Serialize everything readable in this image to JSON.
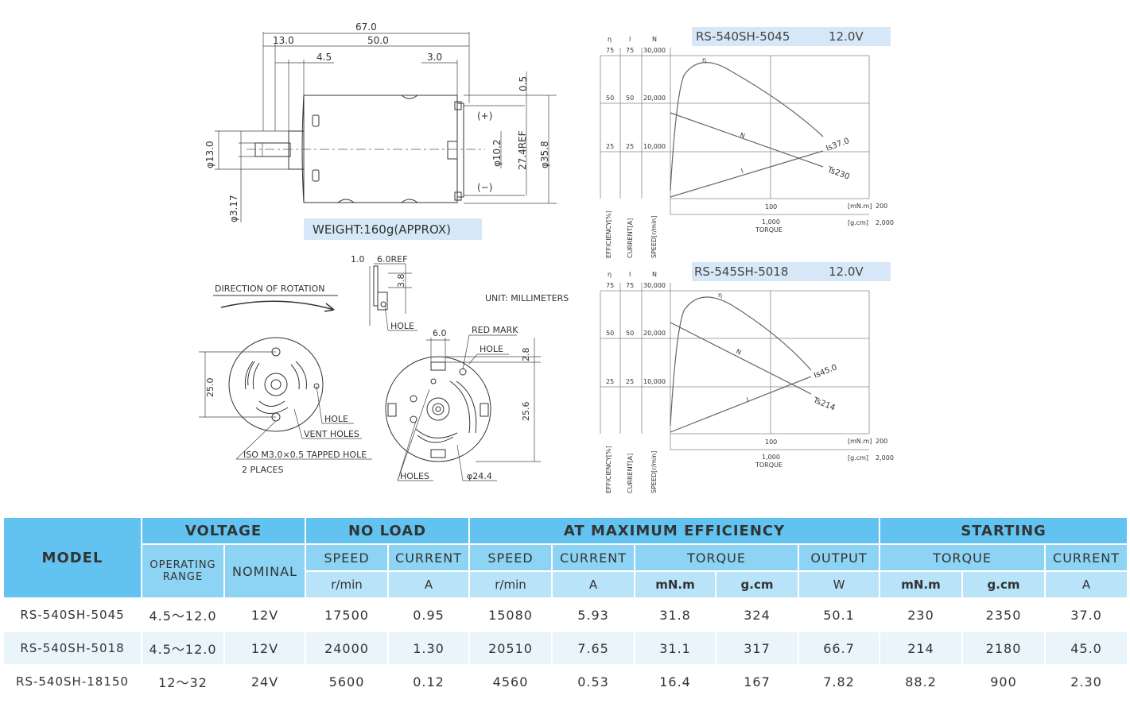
{
  "drawing": {
    "dims_top": {
      "d67": "67.0",
      "d13": "13.0",
      "d50": "50.0",
      "d45": "4.5",
      "d30": "3.0",
      "d05": "0.5"
    },
    "dims_side": {
      "dia13": "φ13.0",
      "dia317": "φ3.17",
      "dia102": "φ10.2",
      "ref274": "27.4REF",
      "dia358": "φ35.8"
    },
    "terminal_plus": "(+)",
    "terminal_minus": "(−)",
    "weight": "WEIGHT:160g(APPROX)",
    "direction": "DIRECTION OF ROTATION",
    "unit": "UNIT: MILLIMETERS",
    "terminal_dims": {
      "d10": "1.0",
      "ref60": "6.0REF",
      "d38": "3.8",
      "hole": "HOLE"
    },
    "front_view": {
      "d250": "25.0",
      "hole": "HOLE",
      "vent": "VENT HOLES",
      "tapped": "ISO M3.0×0.5 TAPPED HOLE",
      "places": "2 PLACES"
    },
    "rear_view": {
      "d60": "6.0",
      "redmark": "RED MARK",
      "hole": "HOLE",
      "d28": "2.8",
      "d256": "25.6",
      "holes": "HOLES",
      "dia244": "φ24.4"
    }
  },
  "charts": [
    {
      "model": "RS-540SH-5045",
      "voltage": "12.0V",
      "axis_heads": [
        "η",
        "I",
        "N"
      ],
      "left_ticks": {
        "eff": [
          "75",
          "50",
          "25"
        ],
        "cur": [
          "75",
          "50",
          "25"
        ],
        "spd": [
          "30,000",
          "20,000",
          "10,000"
        ]
      },
      "curve_labels": {
        "eta": "η",
        "n": "N",
        "i": "I",
        "is": "Is37.0",
        "ts": "Ts230"
      },
      "torque_ticks": {
        "mnm_mid": "100",
        "mnm_end": "200",
        "mnm_unit": "[mN.m]",
        "gcm_mid": "1,000",
        "gcm_end": "2,000",
        "gcm_unit": "[g.cm]",
        "torque": "TORQUE"
      },
      "vertical_labels": [
        "EFFICIENCY[%]",
        "CURRENT[A]",
        "SPEED[r/min]"
      ]
    },
    {
      "model": "RS-545SH-5018",
      "voltage": "12.0V",
      "axis_heads": [
        "η",
        "I",
        "N"
      ],
      "left_ticks": {
        "eff": [
          "75",
          "50",
          "25"
        ],
        "cur": [
          "75",
          "50",
          "25"
        ],
        "spd": [
          "30,000",
          "20,000",
          "10,000"
        ]
      },
      "curve_labels": {
        "eta": "η",
        "n": "N",
        "i": "I",
        "is": "Is45.0",
        "ts": "Ts214"
      },
      "torque_ticks": {
        "mnm_mid": "100",
        "mnm_end": "200",
        "mnm_unit": "[mN.m]",
        "gcm_mid": "1,000",
        "gcm_end": "2,000",
        "gcm_unit": "[g.cm]",
        "torque": "TORQUE"
      },
      "vertical_labels": [
        "EFFICIENCY[%]",
        "CURRENT[A]",
        "SPEED[r/min]"
      ]
    }
  ],
  "table": {
    "headers": {
      "model": "MODEL",
      "voltage": "VOLTAGE",
      "no_load": "NO LOAD",
      "max_eff": "AT MAXIMUM EFFICIENCY",
      "starting": "STARTING",
      "operating_range": "OPERATING RANGE",
      "nominal": "NOMINAL",
      "speed": "SPEED",
      "current": "CURRENT",
      "torque": "TORQUE",
      "output": "OUTPUT",
      "u_rmin": "r/min",
      "u_a": "A",
      "u_mnm": "mN.m",
      "u_gcm": "g.cm",
      "u_w": "W"
    },
    "rows": [
      [
        "RS-540SH-5045",
        "4.5～12.0",
        "12V",
        "17500",
        "0.95",
        "15080",
        "5.93",
        "31.8",
        "324",
        "50.1",
        "230",
        "2350",
        "37.0"
      ],
      [
        "RS-540SH-5018",
        "4.5～12.0",
        "12V",
        "24000",
        "1.30",
        "20510",
        "7.65",
        "31.1",
        "317",
        "66.7",
        "214",
        "2180",
        "45.0"
      ],
      [
        "RS-540SH-18150",
        "12～32",
        "24V",
        "5600",
        "0.12",
        "4560",
        "0.53",
        "16.4",
        "167",
        "7.82",
        "88.2",
        "900",
        "2.30"
      ]
    ]
  }
}
